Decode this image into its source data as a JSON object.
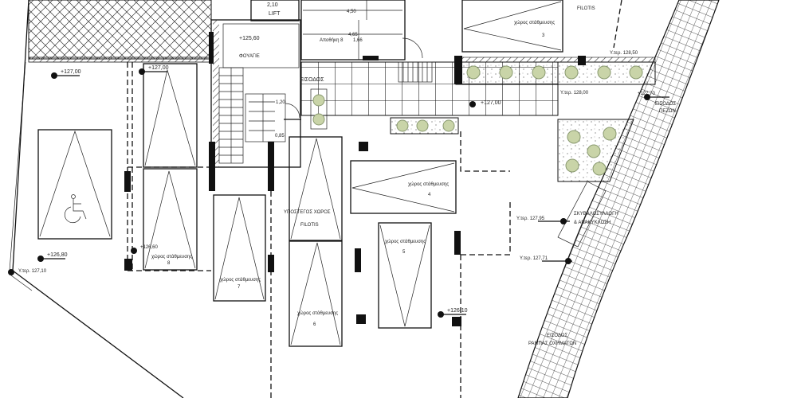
{
  "title": "Ground floor plan – pilotis parking",
  "colors": {
    "line": "#111111",
    "planting": "#c9d4a8",
    "background": "#ffffff"
  },
  "core": {
    "lift_label": "LIFT",
    "lift_dim": "2,10",
    "dim_top": "4,50",
    "dim_storage": "4,65",
    "storage_label": "Αποθήκη 8",
    "storage_dim2": "1,66",
    "lobby_level": "+125,60",
    "lobby_label": "ΦΟΥΑΓΙΕ",
    "wc_dim": "1,20",
    "wc_dim2": "0,85",
    "entrance_label": "ΕΙΣΟΔΟΣ"
  },
  "levels": {
    "top_left": "+127,00",
    "col_left": "+127,00",
    "bottom_left": "+126,80",
    "corner": "Υ.τερ. 127,10",
    "space8": "+126,60",
    "entrance_court": "+127,00",
    "planter_top": "Υ.τερ. 128,50",
    "planter_bottom": "Υ.τερ. 128,00",
    "pedestrian": "+127,70",
    "center_right": "+126,10",
    "waste_top": "Υ.τερ. 127,95",
    "waste_bottom": "Υ.τερ. 127,71"
  },
  "spaces": [
    {
      "label": "χώρος στάθμευσης",
      "number": "3"
    },
    {
      "label": "χώρος στάθμευσης",
      "number": "4"
    },
    {
      "label": "χώρος στάθμευσης",
      "number": "5"
    },
    {
      "label": "χώρος στάθμευσης",
      "number": "6"
    },
    {
      "label": "χώρος στάθμευσης",
      "number": "7"
    },
    {
      "label": "χώρος στάθμευσης",
      "number": "8"
    }
  ],
  "zones": {
    "pilotis_top": "FILOTIS",
    "covered_label": "ΥΠΟΣΤΕΓΟΣ ΧΩΡΟΣ",
    "covered_pilotis": "FILOTIS",
    "waste_line1": "ΣΚΥΒΑΛΟΣΥΛΛΟΓΗ",
    "waste_line2": "& ΑΝΑΚΥΚΛΩΣΗ",
    "pedestrian_line1": "ΕΙΣΟΔΟΣ",
    "pedestrian_line2": "ΠΕΖΩΝ",
    "ramp_line1": "ΕΙΣΟΔΟΣ",
    "ramp_line2": "ΡΑΜΠΑΣ ΟΧΗΜΑΤΩΝ"
  }
}
